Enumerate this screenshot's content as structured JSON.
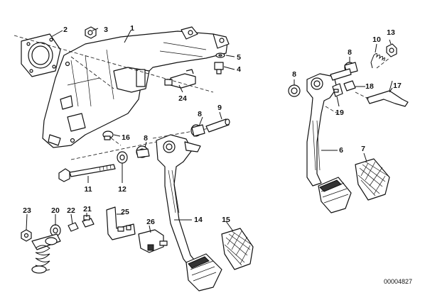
{
  "diagram": {
    "part_labels": [
      {
        "id": "p1",
        "text": "1"
      },
      {
        "id": "p2",
        "text": "2"
      },
      {
        "id": "p3",
        "text": "3"
      },
      {
        "id": "p4",
        "text": "4"
      },
      {
        "id": "p5",
        "text": "5"
      },
      {
        "id": "p6",
        "text": "6"
      },
      {
        "id": "p7",
        "text": "7"
      },
      {
        "id": "p8a",
        "text": "8"
      },
      {
        "id": "p8b",
        "text": "8"
      },
      {
        "id": "p8c",
        "text": "8"
      },
      {
        "id": "p8d",
        "text": "8"
      },
      {
        "id": "p9",
        "text": "9"
      },
      {
        "id": "p10",
        "text": "10"
      },
      {
        "id": "p11",
        "text": "11"
      },
      {
        "id": "p12",
        "text": "12"
      },
      {
        "id": "p13",
        "text": "13"
      },
      {
        "id": "p14",
        "text": "14"
      },
      {
        "id": "p15",
        "text": "15"
      },
      {
        "id": "p16",
        "text": "16"
      },
      {
        "id": "p17",
        "text": "17"
      },
      {
        "id": "p18",
        "text": "18"
      },
      {
        "id": "p19",
        "text": "19"
      },
      {
        "id": "p20",
        "text": "20"
      },
      {
        "id": "p21",
        "text": "21"
      },
      {
        "id": "p22",
        "text": "22"
      },
      {
        "id": "p23",
        "text": "23"
      },
      {
        "id": "p24",
        "text": "24"
      },
      {
        "id": "p25",
        "text": "25"
      },
      {
        "id": "p26",
        "text": "26"
      }
    ],
    "catalog_number": "00004827"
  }
}
